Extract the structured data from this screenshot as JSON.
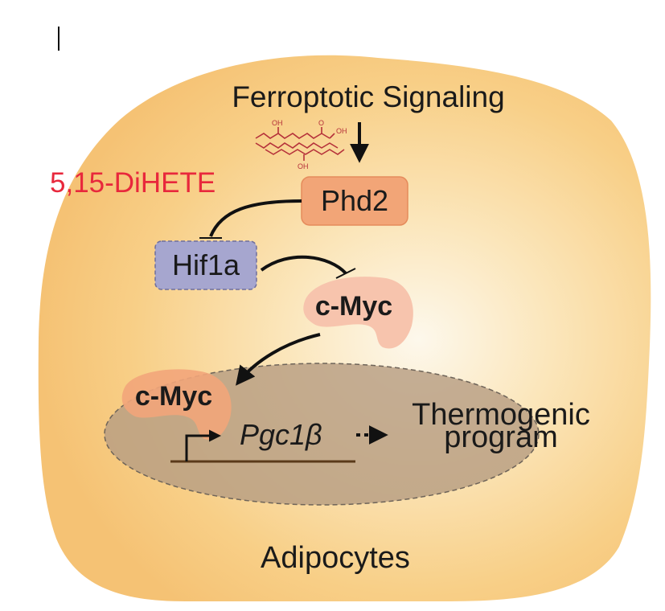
{
  "signal": {
    "label": "Ferroptotic Signaling"
  },
  "lipid": {
    "label": "5,15-DiHETE",
    "oh1": "OH",
    "oh2": "OH",
    "oh3": "OH",
    "o": "O"
  },
  "phd2": {
    "label": "Phd2"
  },
  "hif1a": {
    "label": "Hif1a"
  },
  "cmyc_cytoplasm": {
    "label": "c-Myc"
  },
  "cmyc_nucleus": {
    "label": "c-Myc"
  },
  "gene": {
    "label": "Pgc1β"
  },
  "outcome": {
    "line1": "Thermogenic",
    "line2": "program"
  },
  "cell": {
    "label": "Adipocytes"
  },
  "colors": {
    "cell_fill_center": "#fdf6e6",
    "cell_fill_edge": "#f6c77a",
    "nucleus_fill": "#b79d83",
    "phd2_fill": "#f2a577",
    "hif1a_fill": "#a6a6cf",
    "cmyc_fill": "#f7c4ad",
    "lipid_text": "#e8283c"
  }
}
